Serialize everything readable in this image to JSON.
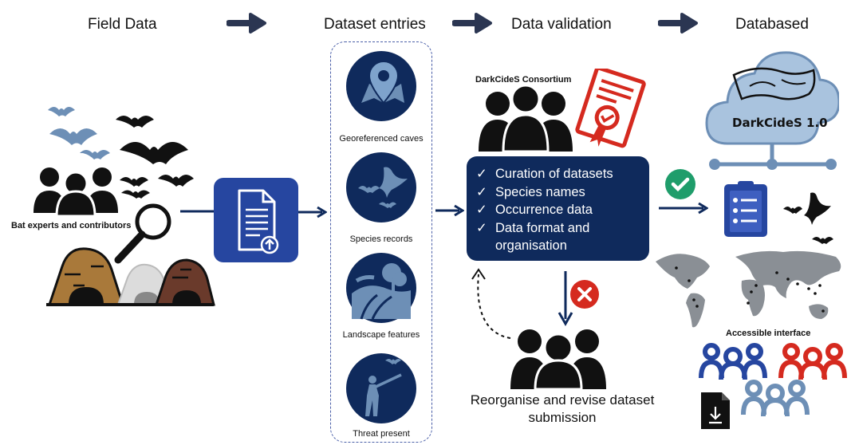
{
  "stages": {
    "field_data": "Field Data",
    "dataset_entries": "Dataset entries",
    "data_validation": "Data validation",
    "databased": "Databased"
  },
  "field": {
    "contributors_label": "Bat experts and contributors"
  },
  "entries": [
    {
      "label": "Georeferenced caves",
      "icon": "map-pin-icon"
    },
    {
      "label": "Species records",
      "icon": "bats-icon"
    },
    {
      "label": "Landscape features",
      "icon": "landscape-icon"
    },
    {
      "label": "Threat present",
      "icon": "hunter-icon"
    }
  ],
  "validation": {
    "consortium": "DarkCideS Consortium",
    "checks": [
      "Curation of datasets",
      "Species names",
      "Occurrence data",
      "Data format and organisation"
    ],
    "revise_label": "Reorganise and revise dataset submission"
  },
  "database": {
    "cloud_label": "DarkCideS 1.0",
    "interface_label": "Accessible interface"
  },
  "colors": {
    "navy": "#0f2a5c",
    "blue_box": "#2646a0",
    "steel": "#6d8fb6",
    "green": "#1f9d6b",
    "red": "#d52a1f",
    "arrow": "#2b3652"
  }
}
